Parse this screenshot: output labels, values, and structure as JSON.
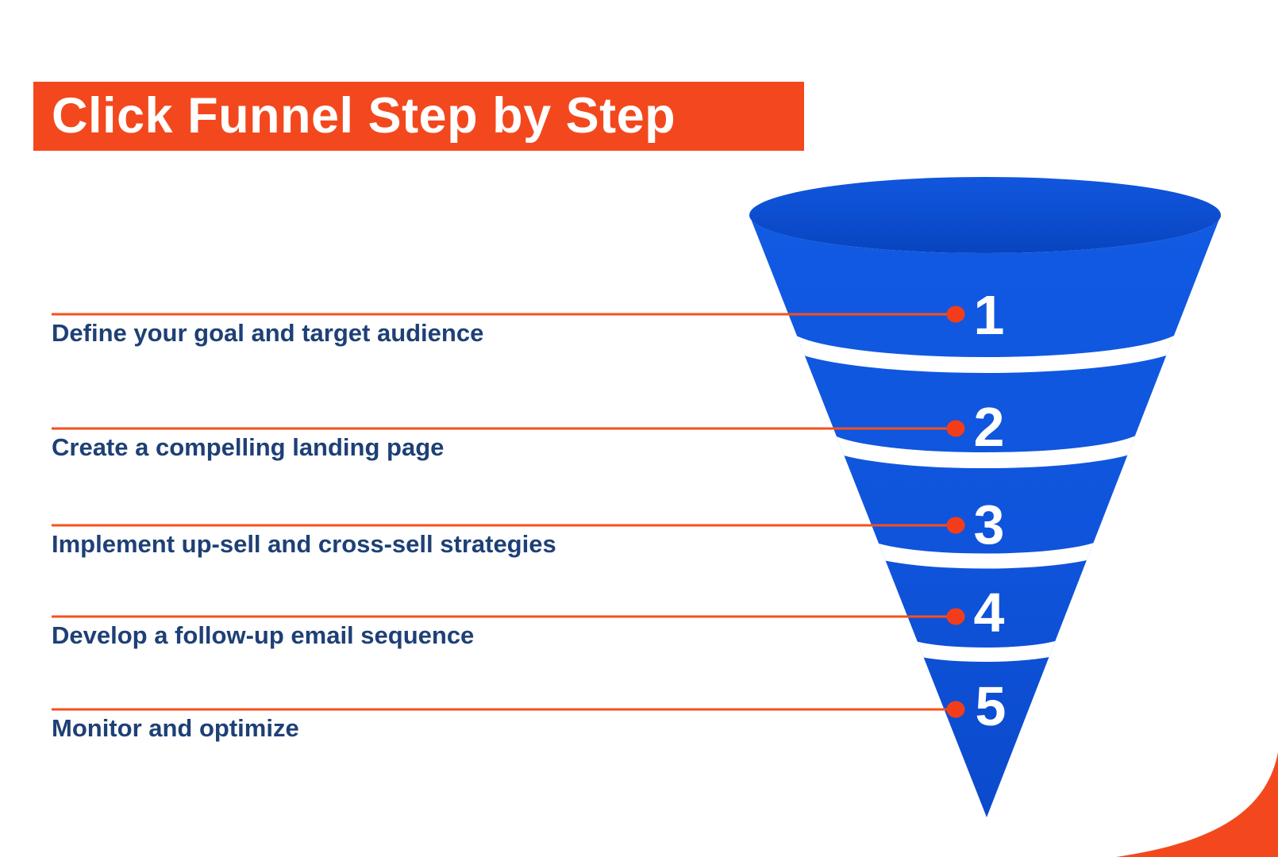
{
  "title": "Click Funnel Step by Step",
  "steps": [
    {
      "number": "1",
      "label": "Define your goal and target audience"
    },
    {
      "number": "2",
      "label": "Create a compelling landing page"
    },
    {
      "number": "3",
      "label": "Implement up-sell and cross-sell strategies"
    },
    {
      "number": "4",
      "label": "Develop a follow-up email sequence"
    },
    {
      "number": "5",
      "label": "Monitor and optimize"
    }
  ],
  "colors": {
    "accent_orange": "#F3481E",
    "connector_line": "#F4511E",
    "connector_dot": "#F33D1A",
    "funnel_blue": "#0F54DB",
    "funnel_blue_dark": "#0844BE",
    "funnel_blue_light": "#115AE3",
    "label_navy": "#1E4076",
    "number_white": "#FFFFFF",
    "background": "#FFFFFF"
  }
}
